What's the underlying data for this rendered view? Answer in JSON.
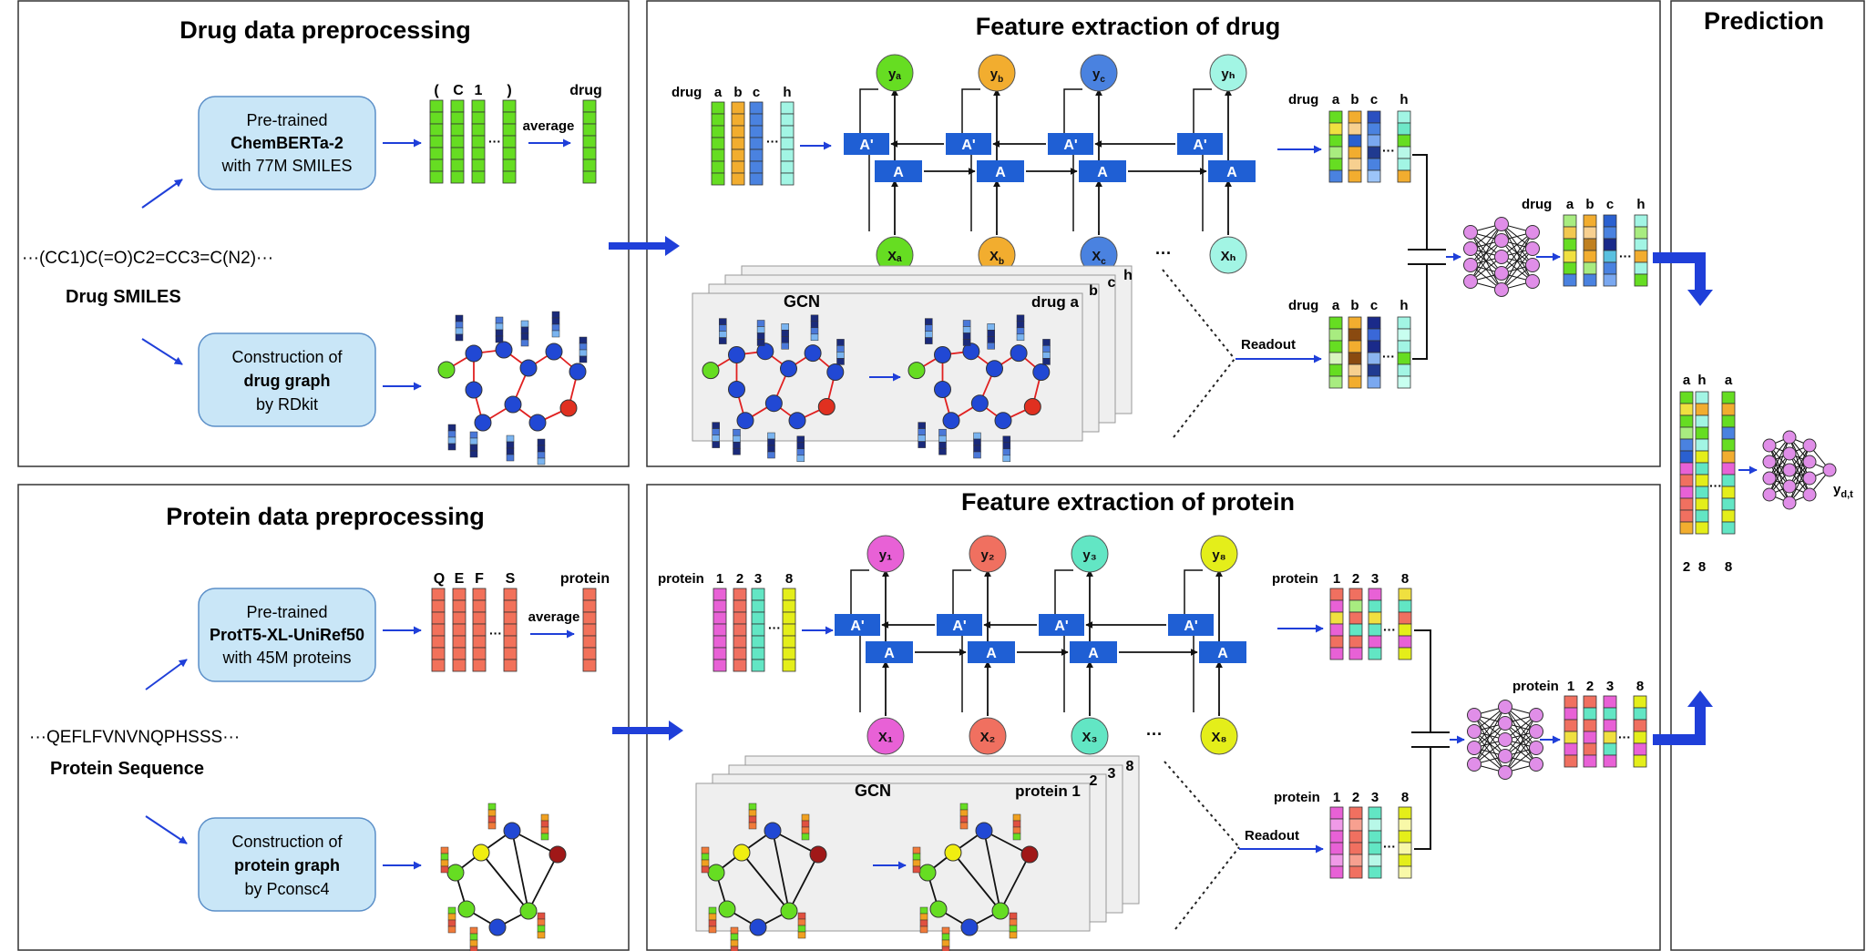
{
  "panels": {
    "drug_pre": "Drug data preprocessing",
    "drug_feat": "Feature extraction of drug",
    "prediction": "Prediction",
    "prot_pre": "Protein data preprocessing",
    "prot_feat": "Feature extraction of protein"
  },
  "drug": {
    "model_line1": "Pre-trained",
    "model_line2": "ChemBERTa-2",
    "model_line3": "with 77M SMILES",
    "graph_line1": "Construction of",
    "graph_line2": "drug graph",
    "graph_line3": "by RDkit",
    "smiles": "···(CC1)C(=O)C2=CC3=C(N2)···",
    "smiles_label": "Drug SMILES",
    "tokens": [
      "(",
      "C",
      "1",
      ")"
    ],
    "avg_word": "drug",
    "average": "average",
    "seq_label": "drug",
    "letters": [
      "a",
      "b",
      "c",
      "h"
    ],
    "outputs": [
      "yₐ",
      "y_b",
      "y_c",
      "yₕ"
    ],
    "inputs": [
      "Xₐ",
      "X_b",
      "X_c",
      "Xₕ"
    ],
    "gcn": "GCN",
    "gcn_name": "drug a",
    "stack_labels": [
      "b",
      "c",
      "h"
    ],
    "readout": "Readout"
  },
  "protein": {
    "model_line1": "Pre-trained",
    "model_line2": "ProtT5-XL-UniRef50",
    "model_line3": "with 45M proteins",
    "graph_line1": "Construction of",
    "graph_line2": "protein graph",
    "graph_line3": "by Pconsc4",
    "sequence": "···QEFLFVNVNQPHSSS···",
    "sequence_label": "Protein Sequence",
    "tokens": [
      "Q",
      "E",
      "F",
      "S"
    ],
    "avg_word": "protein",
    "average": "average",
    "seq_label": "protein",
    "letters": [
      "1",
      "2",
      "3",
      "8"
    ],
    "outputs": [
      "y₁",
      "y₂",
      "y₃",
      "y₈"
    ],
    "inputs": [
      "X₁",
      "X₂",
      "X₃",
      "X₈"
    ],
    "gcn": "GCN",
    "gcn_name": "protein 1",
    "stack_labels": [
      "2",
      "3",
      "8"
    ],
    "readout": "Readout"
  },
  "lstm": {
    "a_prime": "A'",
    "a": "A",
    "ellipsis": "···"
  },
  "pred": {
    "top_letters": [
      "a",
      "h",
      "a"
    ],
    "bottom_letters": [
      "2",
      "8",
      "8"
    ],
    "output": "y",
    "output_sub": "d,t"
  },
  "colors": {
    "blue_arrow": "#1f3fd9",
    "a_box": "#1f5fd4",
    "model_box": "#c9e6f7",
    "green": "#66dd22",
    "orange": "#f2ad2f",
    "blue": "#4a82e0",
    "cyan": "#a2f5e4",
    "red": "#f2715a",
    "pink": "#e861d6",
    "coral": "#f07060",
    "teal": "#62e6c4",
    "yellow": "#e4ee1a",
    "node_purple": "#e08ee8"
  }
}
